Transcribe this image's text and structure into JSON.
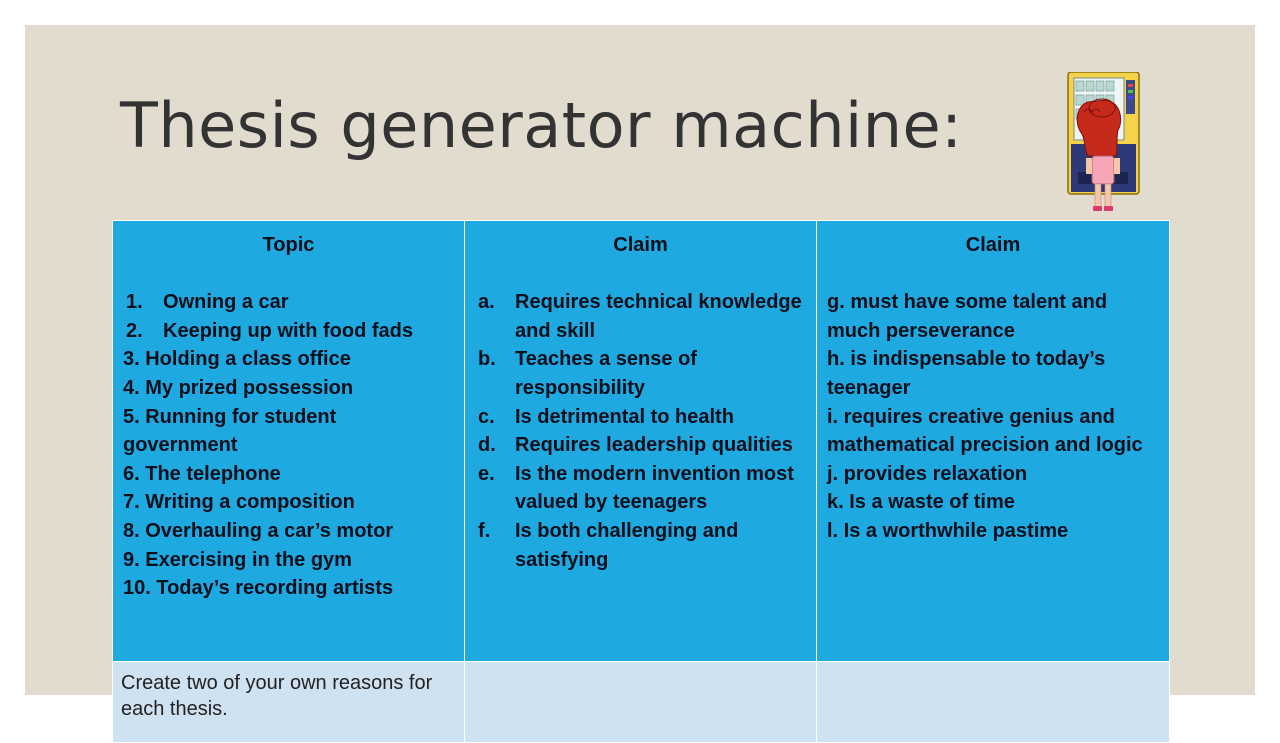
{
  "slide": {
    "title": "Thesis generator machine:"
  },
  "table": {
    "columns": [
      {
        "header": "Topic",
        "items": [
          {
            "marker": "1.",
            "text": "Owning a car",
            "style": "list"
          },
          {
            "marker": "2.",
            "text": "Keeping up with food fads",
            "style": "list"
          },
          {
            "text": "3. Holding a class office",
            "style": "plain"
          },
          {
            "text": "4. My prized possession",
            "style": "plain"
          },
          {
            "text": "5. Running for student government",
            "style": "plain"
          },
          {
            "text": "6. The telephone",
            "style": "plain"
          },
          {
            "text": "7. Writing a composition",
            "style": "plain"
          },
          {
            "text": "8. Overhauling a car’s motor",
            "style": "plain"
          },
          {
            "text": "9. Exercising in the gym",
            "style": "plain"
          },
          {
            "text": "10. Today’s recording artists",
            "style": "plain"
          }
        ]
      },
      {
        "header": "Claim",
        "items": [
          {
            "marker": "a.",
            "text": "Requires technical knowledge and skill",
            "style": "list"
          },
          {
            "marker": "b.",
            "text": "Teaches a sense of responsibility",
            "style": "list"
          },
          {
            "marker": "c.",
            "text": "Is detrimental to health",
            "style": "list"
          },
          {
            "marker": "d.",
            "text": "Requires leadership qualities",
            "style": "list"
          },
          {
            "marker": "e.",
            "text": "Is the modern invention most valued by teenagers",
            "style": "list"
          },
          {
            "marker": "f.",
            "text": "Is both challenging and satisfying",
            "style": "list"
          }
        ]
      },
      {
        "header": "Claim",
        "items": [
          {
            "text": "g. must have some talent and much perseverance",
            "style": "plain"
          },
          {
            "text": "h. is indispensable to today’s teenager",
            "style": "plain"
          },
          {
            "text": "i. requires creative genius and mathematical precision and logic",
            "style": "plain"
          },
          {
            "text": "j. provides relaxation",
            "style": "plain"
          },
          {
            "text": "k. Is a waste of time",
            "style": "plain"
          },
          {
            "text": "l. Is a worthwhile pastime",
            "style": "plain"
          }
        ]
      }
    ],
    "bottom_row": [
      "Create two of your own reasons for each thesis.",
      "",
      ""
    ]
  },
  "colors": {
    "slide_background": "#e2dccf",
    "header_row": "#1fa9e1",
    "bottom_row": "#cfe2f2",
    "title_text": "#333333"
  },
  "icons": [
    "vending-machine-illustration"
  ]
}
